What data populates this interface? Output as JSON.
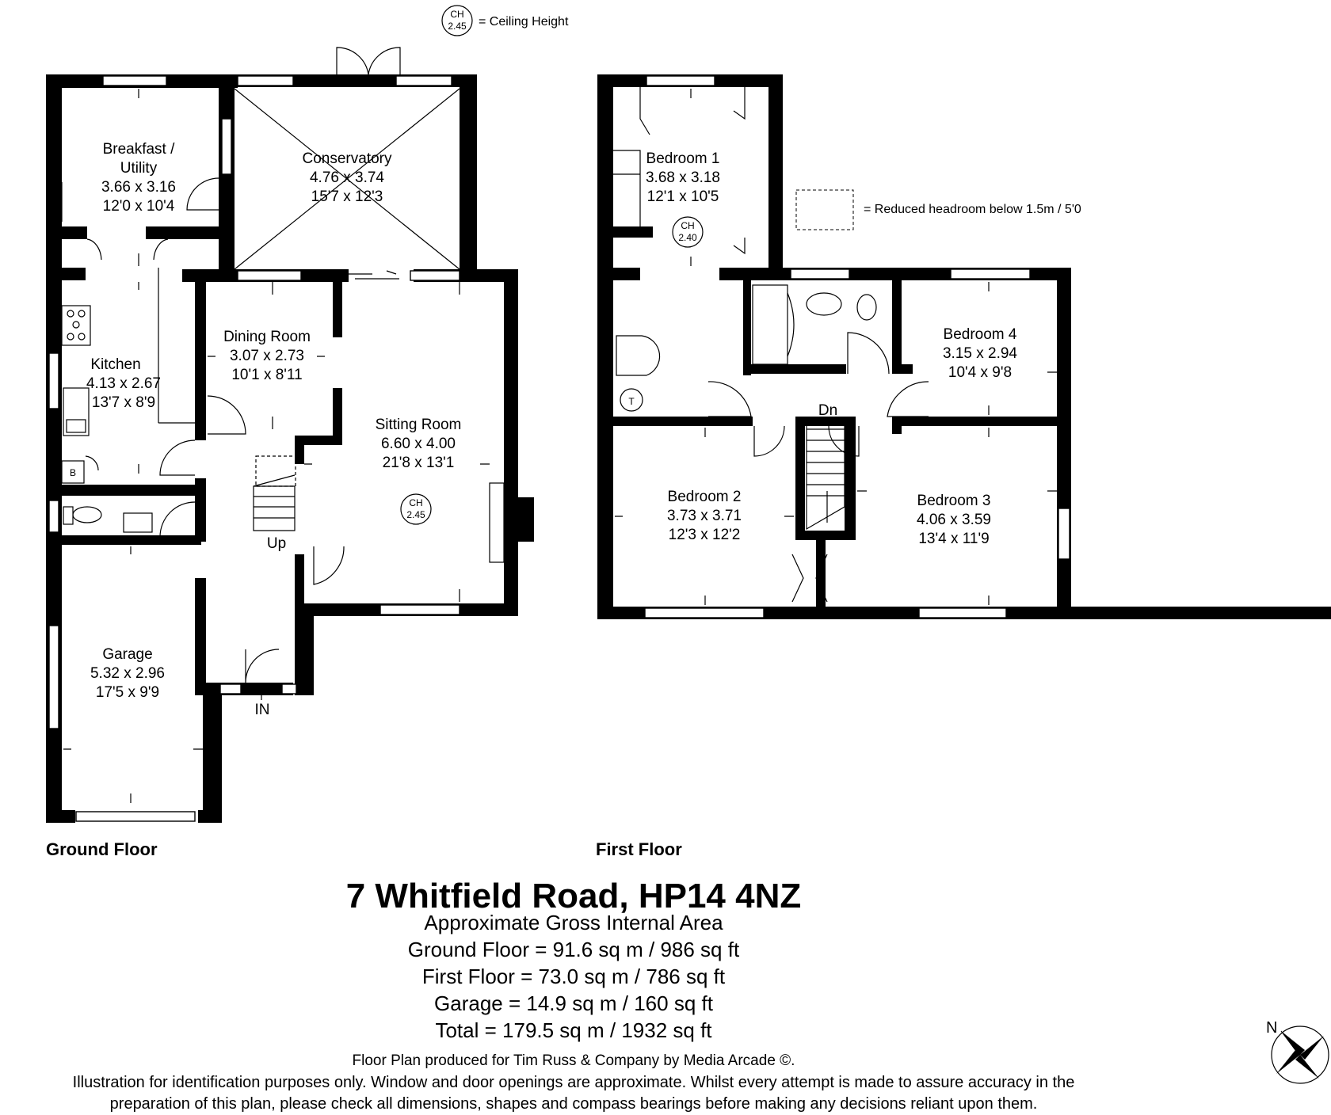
{
  "legend": {
    "ch_code": "CH",
    "ch_value": "2.45",
    "ch_label": "= Ceiling Height",
    "reduced_label": "= Reduced headroom below 1.5m / 5'0"
  },
  "ground_floor": {
    "label": "Ground Floor",
    "breakfast": {
      "name1": "Breakfast /",
      "name2": "Utility",
      "metric": "3.66 x 3.16",
      "imperial": "12'0 x 10'4"
    },
    "conservatory": {
      "name": "Conservatory",
      "metric": "4.76 x 3.74",
      "imperial": "15'7 x 12'3"
    },
    "kitchen": {
      "name": "Kitchen",
      "metric": "4.13 x 2.67",
      "imperial": "13'7 x 8'9"
    },
    "dining": {
      "name": "Dining Room",
      "metric": "3.07 x 2.73",
      "imperial": "10'1 x 8'11"
    },
    "sitting": {
      "name": "Sitting Room",
      "metric": "6.60 x 4.00",
      "imperial": "21'8 x 13'1",
      "ch": "2.45"
    },
    "garage": {
      "name": "Garage",
      "metric": "5.32 x 2.96",
      "imperial": "17'5 x 9'9"
    },
    "boiler": "B",
    "up": "Up",
    "entrance": "IN"
  },
  "first_floor": {
    "label": "First Floor",
    "bedroom1": {
      "name": "Bedroom 1",
      "metric": "3.68 x 3.18",
      "imperial": "12'1 x 10'5",
      "ch": "2.40"
    },
    "bedroom2": {
      "name": "Bedroom 2",
      "metric": "3.73 x 3.71",
      "imperial": "12'3 x 12'2"
    },
    "bedroom3": {
      "name": "Bedroom 3",
      "metric": "4.06 x 3.59",
      "imperial": "13'4 x 11'9"
    },
    "bedroom4": {
      "name": "Bedroom 4",
      "metric": "3.15 x 2.94",
      "imperial": "10'4 x 9'8"
    },
    "tank": "T",
    "down": "Dn"
  },
  "summary": {
    "address": "7 Whitfield Road, HP14 4NZ",
    "subtitle": "Approximate Gross Internal Area",
    "ground": "Ground Floor = 91.6 sq m / 986 sq ft",
    "first": "First Floor = 73.0 sq m / 786 sq ft",
    "garage": "Garage = 14.9 sq m / 160 sq ft",
    "total": "Total = 179.5 sq m / 1932 sq ft"
  },
  "credit": "Floor Plan produced for Tim Russ & Company by Media Arcade ©.",
  "disclaimer1": "Illustration for identification purposes only. Window and door openings are approximate. Whilst every attempt is made to assure accuracy in the",
  "disclaimer2": "preparation of this plan, please check all dimensions, shapes and compass bearings before making any decisions reliant upon them.",
  "compass": "N"
}
